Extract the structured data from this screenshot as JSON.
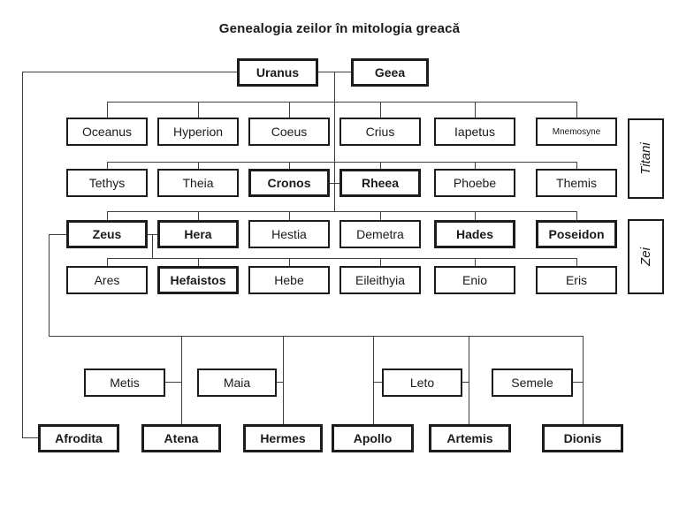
{
  "title": "Genealogia zeilor în mitologia greacă",
  "side_labels": {
    "titani": "Titani",
    "zei": "Zei"
  },
  "nodes": {
    "uranus": {
      "label": "Uranus"
    },
    "geea": {
      "label": "Geea"
    },
    "oceanus": {
      "label": "Oceanus"
    },
    "hyperion": {
      "label": "Hyperion"
    },
    "coeus": {
      "label": "Coeus"
    },
    "crius": {
      "label": "Crius"
    },
    "iapetus": {
      "label": "Iapetus"
    },
    "mnemosyne": {
      "label": "Mnemosyne"
    },
    "tethys": {
      "label": "Tethys"
    },
    "theia": {
      "label": "Theia"
    },
    "cronos": {
      "label": "Cronos"
    },
    "rheea": {
      "label": "Rheea"
    },
    "phoebe": {
      "label": "Phoebe"
    },
    "themis": {
      "label": "Themis"
    },
    "zeus": {
      "label": "Zeus"
    },
    "hera": {
      "label": "Hera"
    },
    "hestia": {
      "label": "Hestia"
    },
    "demetra": {
      "label": "Demetra"
    },
    "hades": {
      "label": "Hades"
    },
    "poseidon": {
      "label": "Poseidon"
    },
    "ares": {
      "label": "Ares"
    },
    "hefaistos": {
      "label": "Hefaistos"
    },
    "hebe": {
      "label": "Hebe"
    },
    "eileithyia": {
      "label": "Eileithyia"
    },
    "enio": {
      "label": "Enio"
    },
    "eris": {
      "label": "Eris"
    },
    "metis": {
      "label": "Metis"
    },
    "maia": {
      "label": "Maia"
    },
    "leto": {
      "label": "Leto"
    },
    "semele": {
      "label": "Semele"
    },
    "afrodita": {
      "label": "Afrodita"
    },
    "atena": {
      "label": "Atena"
    },
    "hermes": {
      "label": "Hermes"
    },
    "apollo": {
      "label": "Apollo"
    },
    "artemis": {
      "label": "Artemis"
    },
    "dionis": {
      "label": "Dionis"
    }
  },
  "colors": {
    "background": "#ffffff",
    "box_border": "#1c1c1c",
    "line": "#3f3f3f",
    "text": "#1a1a1a"
  }
}
